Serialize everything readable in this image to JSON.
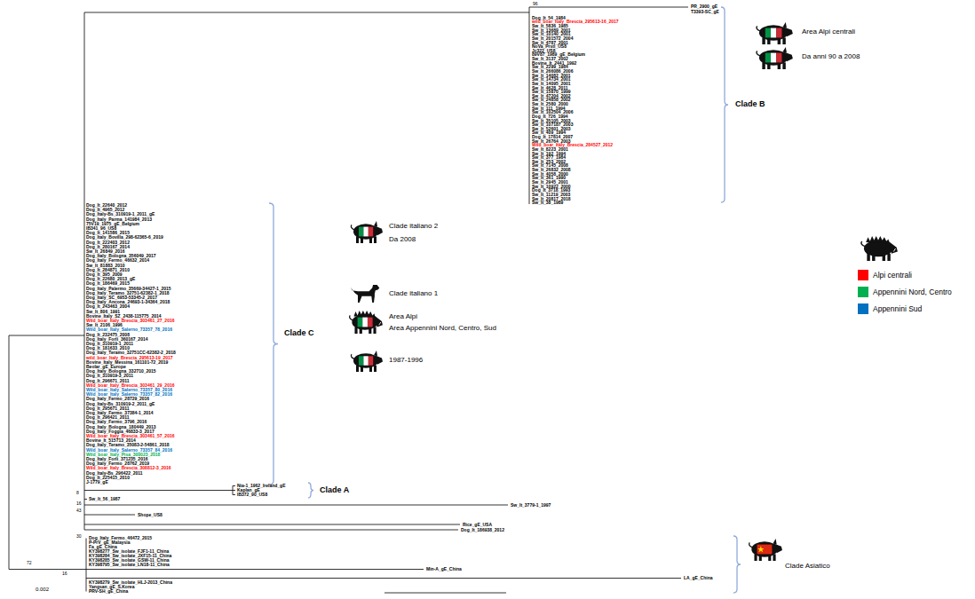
{
  "diagram": {
    "labels": [
      "PR_2900_gE",
      "96",
      "T3393-SC_gE",
      "Dog_It_54_1984",
      "wild_boar_Italy_Brescia_295613-16_2017",
      "Sw_It_5836_1985",
      "Sw_It_13689_2001",
      "Sw_It_10140_2001",
      "Sw_It_201572_2004",
      "Sw_It_4787_2001",
      "NoVa_Prstl_US8",
      "Jc322_US8",
      "89V87_1989_gE_Belgium",
      "Sw_It_3137_2002",
      "Bovine_It_2441_1992",
      "Sw_It_2299_1984",
      "Sw_It_266086_2006",
      "Sw_It_14082_2001",
      "Sw_It_14734_2001",
      "Sw_It_14095_2001",
      "Sw_It_4628_2011",
      "Sw_It_15870_1999",
      "Sw_It_47204_2002",
      "Sw_It_24858_2002",
      "Sw_It_2580_2000",
      "Sw_It_111_1994",
      "Sw_It_102504_2006",
      "Dog_It_726_1994",
      "Sw_It_35105_2003",
      "Sw_It_107187_2003",
      "Sw_It_52601_2003",
      "Sw_It_409_1994",
      "Dog_It_17814_2007",
      "Sw_It_26764_2003",
      "Wild_boar_Italy_Brescia_284527_2012",
      "Sw_It_8223_2001",
      "Sw_It_192_1994",
      "Sw_It_377_1984",
      "Sw_It_253_2002",
      "Sw_It_7145_2008",
      "Sw_It_26832_2008",
      "Sw_It_4058_2000",
      "Sw_It_361_1990",
      "Sw_It_2945_2001",
      "Sw_It_10922_2000",
      "Dog_It_3718_1993",
      "Sw_It_11219_2003",
      "Sw_It_20817_2018",
      "Sw_It_38_1989",
      "Dog_It_22640_2012",
      "Dog_It_4965_2012",
      "Dog_Italy-Bs_310919-1_2011_gE",
      "Dog_Italy_Parma_141984_2013",
      "75V19_1975_gE_Belgium",
      "IB341_96_US8",
      "Dog_It_141586_2015",
      "Dog_Italy_Bovilla_298-62365-6_2019",
      "Dog_It_222403_2012",
      "Dog_It_280167_2014",
      "Sw_It_26849_2016",
      "Dog_Italy_Bologna_356049_2017",
      "Dog_Italy_Fermo_46632_2014",
      "Sw_It_81883_2010",
      "Dog_It_284871_2010",
      "Dog_It_395_2009",
      "Dog_It_22680_2013_gE",
      "Dog_It_186469_2015",
      "Dog_Italy_Palermo_35669-34427-1_2015",
      "Dog_Italy_Teramo_32751-62382-1_2018",
      "Dog_Italy_SC_6953-53345-2_2017",
      "Dog_Italy_Ancona_24693-1-34364_2018",
      "Dog_It_243463_2004",
      "Sw_It_806_1991",
      "Bovine_Italy_SZ_2438-115775_2014",
      "Wild_boar_Italy_Brescia_303461_27_2016",
      "Sw_It_2106_1996",
      "Wild_boar_Italy_Salerno_73357_78_2016",
      "Dog_It_232475_2008",
      "Dog_Italy_Forlì_360167_2014",
      "Dog_It_310919-1_2011",
      "Dog_It_181633_2010",
      "Dog_Italy_Teramo_32751CC-62382-2_2018",
      "wild_boar_Italy_Brescia_295613-19_2017",
      "Bovine_Italy_Messina_161101-72_2019",
      "Beolar_gE_Europe",
      "Dog_Italy_Bologna_332710_2015",
      "Dog_It_310919-3_2011",
      "Dog_It_296671_2011",
      "Wild_boar_Italy_Brescia_303461_29_2016",
      "Wild_boar_Italy_Salerno_73357_80_2016",
      "Wild_boar_Italy_Salerno_73357_82_2016",
      "Dog_Italy_Fermo_28729_2016",
      "Dog_Italy-Bs_310919-2_2011_gE",
      "Dog_It_295671_2011",
      "Dog_Italy_Fermo_37384-1_2014",
      "Dog_It_296421_2011",
      "Dog_Italy_Fermo_3796_2016",
      "Dog_Italy_Bologna_180449_2013",
      "Dog_Italy_Foggia_46833-3_2017",
      "Wild_boar_Italy_Brescia_303461_57_2016",
      "Bovine_It_515713_2014",
      "Dog_Italy_Teramo_35083-2-54861_2018",
      "Wild_boar_Italy_Salerno_73357_84_2016",
      "Wild_boar_Italy_Pisa_300023_2018",
      "Dog_Italy_Forlì_371235_2016",
      "Dog_Italy_Fermo_28762_2019",
      "Wild_boar_Italy_Brescia_308812-3_2016",
      "Dog_Italy-Bs_296422_2011",
      "Dog_It_225415_2010",
      "J-1779_gE",
      "8",
      "Nia-1_1962_Ireland_gE",
      "Kaplan_gE",
      "IB372_90_US8",
      "Sw_It_56_1987",
      "16",
      "Sw_It_3779-1_1997",
      "43",
      "Shope_US8",
      "Rice_gE_USA",
      "Dog_It_186938_2012",
      "30",
      "Dog_Italy_Fermo_46472_2015",
      "P-PrV_gE_Malaysia",
      "Fa_gE_China",
      "KY398277_Sw_isolate_FJF1-11_China",
      "KY398284_Sw_isolate_JXF15-11_China",
      "KY398285_Sw_isolate_GSW-11_China",
      "72",
      "KY398795_Sw_isolate_LN18-11_China",
      "Min-A_gE_China",
      "16",
      "LA_gE_China",
      "KY398279_Sw_isolate_HLJ-2013_China",
      "Yangsan_gE_S.Korea",
      "PRV-SH_gE_China",
      "0.002",
      "Clade B",
      "Area Alpi centrali",
      "Da anni 90 a 2008",
      "Clade C",
      "Clade italiano 2",
      "Da 2008",
      "Clade italiano 1",
      "Area Alpi",
      "Area Appennini Nord, Centro, Sud",
      "1987-1996",
      "Clade A",
      "Clade Asiatico"
    ],
    "legend": [
      {
        "text": "Alpi centrali",
        "color": "#ff0000"
      },
      {
        "text": "Appennini Nord, Centro",
        "color": "#00b050"
      },
      {
        "text": "Appennini Sud",
        "color": "#0070c0"
      }
    ]
  }
}
